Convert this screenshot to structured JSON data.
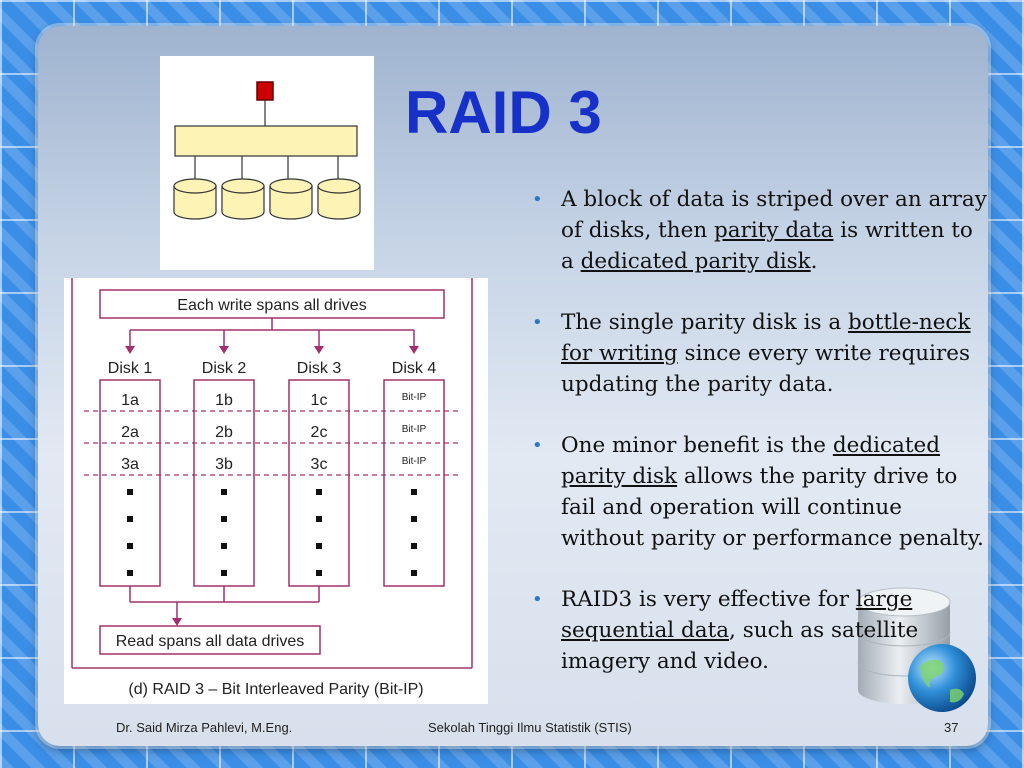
{
  "title": "RAID 3",
  "bullets": [
    {
      "parts": [
        "A block of data is striped over an array of disks, then ",
        "parity data",
        " is written to a ",
        "dedicated parity disk",
        "."
      ]
    },
    {
      "parts": [
        "The single parity disk is a ",
        "bottle-neck for writing",
        " since every write requires updating the parity data."
      ]
    },
    {
      "parts": [
        "One minor benefit is the ",
        "dedicated parity disk",
        " allows the parity drive to fail and operation will continue without parity or performance penalty."
      ]
    },
    {
      "parts": [
        "RAID3 is very effective for ",
        "large sequential data",
        ", such as satellite imagery and video."
      ]
    }
  ],
  "figure": {
    "top_label": "Each write spans all drives",
    "disks": [
      {
        "name": "Disk 1",
        "blocks": [
          "1a",
          "2a",
          "3a"
        ]
      },
      {
        "name": "Disk 2",
        "blocks": [
          "1b",
          "2b",
          "3b"
        ]
      },
      {
        "name": "Disk 3",
        "blocks": [
          "1c",
          "2c",
          "3c"
        ]
      },
      {
        "name": "Disk 4",
        "blocks": [
          "Bit-IP",
          "Bit-IP",
          "Bit-IP"
        ]
      }
    ],
    "bottom_label": "Read spans all data drives",
    "caption": "(d) RAID 3 – Bit Interleaved Parity (Bit-IP)"
  },
  "footer": {
    "author": "Dr. Said Mirza Pahlevi, M.Eng.",
    "institution": "Sekolah Tinggi Ilmu Statistik (STIS)",
    "page_number": "37"
  },
  "colors": {
    "title": "#1730c8",
    "figure_lines": "#a3306c",
    "bullet": "#2b76c5",
    "disk_fill": "#fdf3b4",
    "controller_red": "#cc0000"
  }
}
